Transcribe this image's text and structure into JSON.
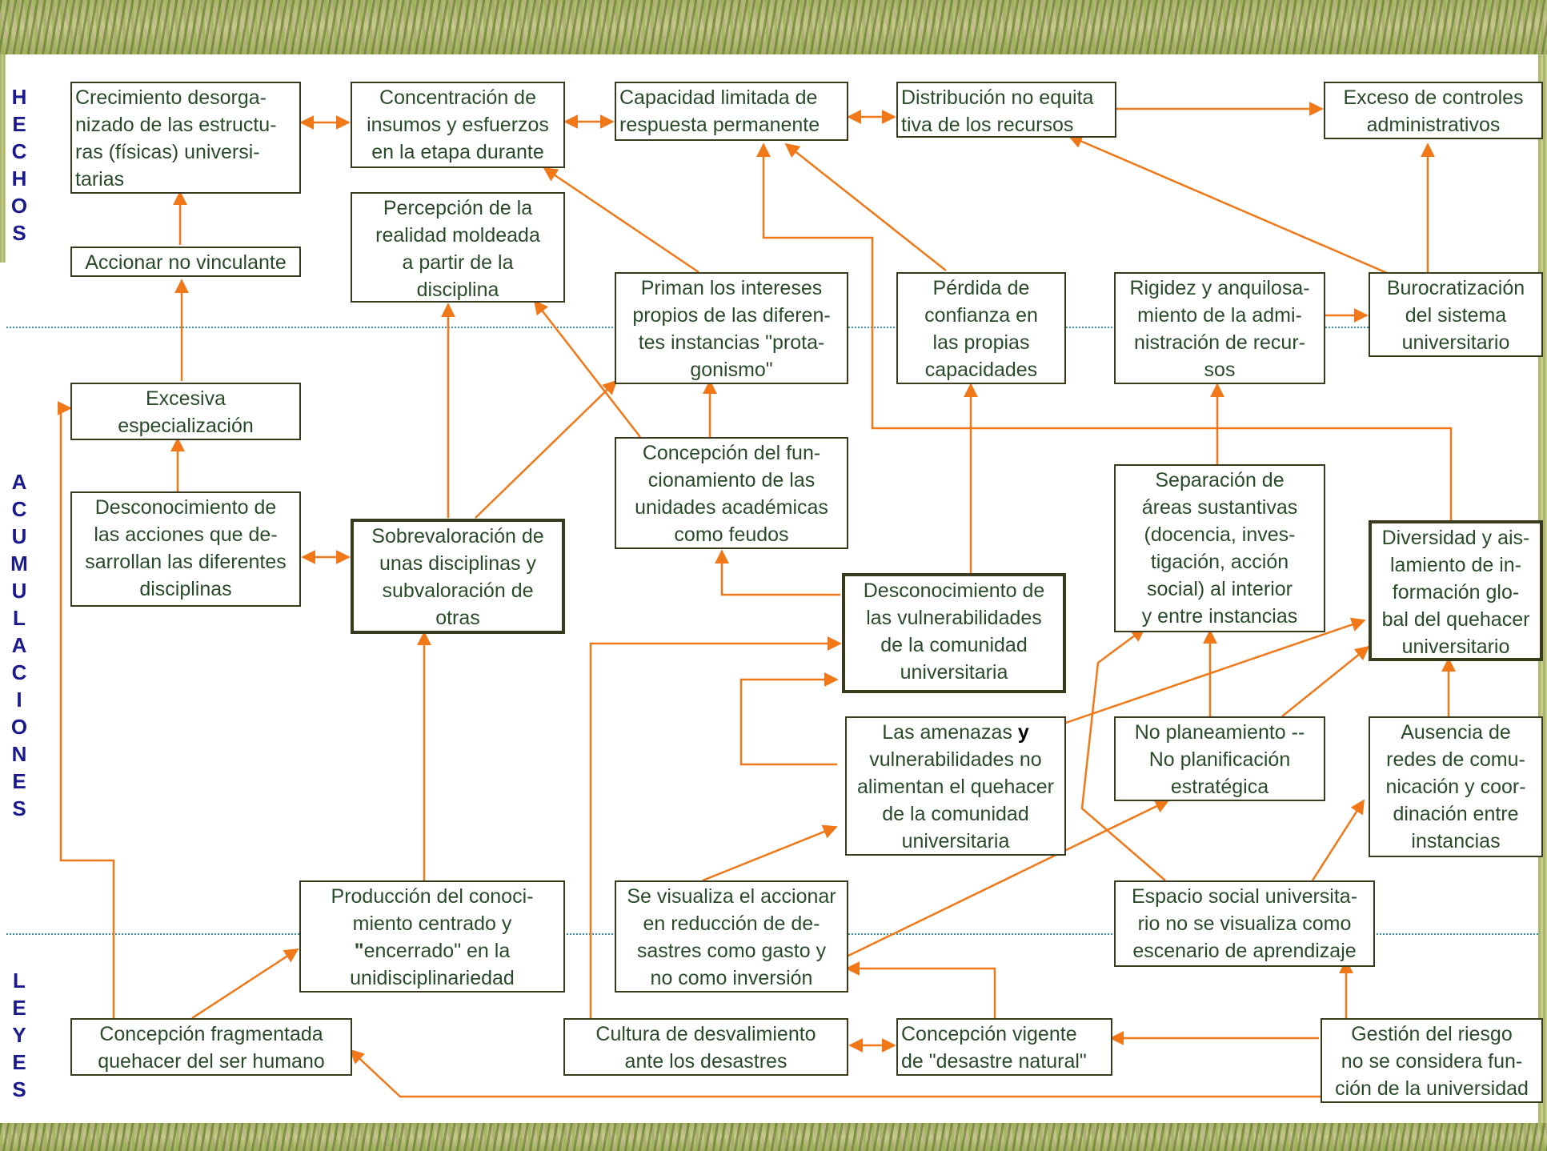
{
  "sections": {
    "hechos": "HECHOS",
    "acumulaciones": "ACUMULACIONES",
    "leyes": "LEYES"
  },
  "colors": {
    "arrow": "#f07818",
    "box_border": "#3a3a1e",
    "text": "#2a4b2a",
    "section_label": "#1a1a8e",
    "divider": "#3a8ea0"
  },
  "boxes": {
    "crecimiento": "Crecimiento desorga-\nnizado de las estructu-\nras (físicas) universi-\ntarias",
    "concentracion": "Concentración de\ninsumos y esfuerzos\nen la etapa durante",
    "capacidad": "Capacidad limitada de\nrespuesta  permanente",
    "distribucion": "Distribución no equita\ntiva de los recursos",
    "exceso": "Exceso de controles\nadministrativos",
    "percepcion": "Percepción de la\nrealidad moldeada\na partir de la\ndisciplina",
    "accionar": "Accionar no vinculante",
    "priman": "Priman los intereses\npropios de las diferen-\ntes instancias \"prota-\ngonismo\"",
    "perdida": "Pérdida de\nconfianza en\nlas propias\ncapacidades",
    "rigidez": "Rigidez y anquilosa-\nmiento de la admi-\nnistración de recur-\nsos",
    "burocratizacion": "Burocratización\ndel sistema\nuniversitario",
    "excesiva": "Excesiva\nespecialización",
    "concepcion_func": "Concepción del fun-\ncionamiento de las\nunidades académicas\ncomo feudos",
    "separacion": "Separación de\náreas sustantivas\n(docencia, inves-\ntigación, acción\nsocial) al interior\ny entre instancias",
    "desconocimiento_acciones": "Desconocimiento de\nlas acciones que de-\nsarrollan las diferentes\ndisciplinas",
    "sobrevaloracion": "Sobrevaloración de\nunas disciplinas y\nsubvaloración de\notras",
    "diversidad": "Diversidad y ais-\nlamiento de in-\nformación glo-\nbal del quehacer\nuniversitario",
    "desconocimiento_vuln": "Desconocimiento de\nlas vulnerabilidades\nde la comunidad\nuniversitaria",
    "amenazas_a": "Las amenazas ",
    "amenazas_b": "y",
    "amenazas_c": "\nvulnerabilidades no\nalimentan el quehacer\nde la comunidad\nuniversitaria",
    "no_planeamiento": "No planeamiento --\nNo planificación\nestratégica",
    "ausencia": "Ausencia de\nredes de comu-\nnicación y coor-\ndinación entre\ninstancias",
    "produccion_a": "Producción del conoci-\nmiento centrado y\n",
    "produccion_b": "\"",
    "produccion_c": "encerrado\" en la\nunidisciplinariedad",
    "visualiza": "Se visualiza el accionar\nen reducción de de-\nsastres como gasto y\nno como inversión",
    "espacio": "Espacio social universita-\nrio no se visualiza como\nescenario de aprendizaje",
    "concepcion_frag": "Concepción fragmentada\nquehacer del ser humano",
    "cultura": "Cultura de desvalimiento\nante los desastres",
    "concepcion_vigente": "Concepción vigente\nde \"desastre natural\"",
    "gestion": "Gestión del riesgo\nno se considera fun-\nción de la universidad"
  }
}
